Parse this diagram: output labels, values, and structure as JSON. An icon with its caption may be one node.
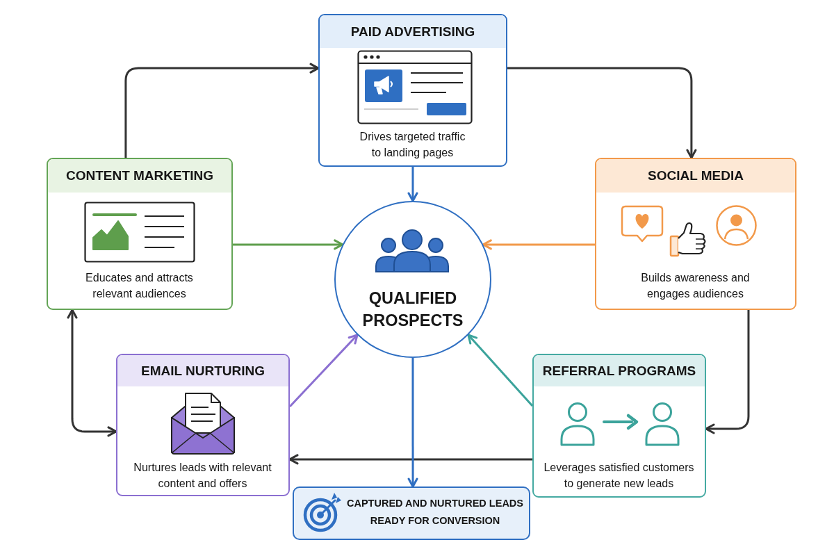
{
  "diagram": {
    "nodes": [
      {
        "text": [
          "PAID ADVERTISING",
          "Drives targeted traffic to landing pages"
        ]
      },
      {
        "text": [
          "CONTENT MARKETING",
          "Educates and attracts relevant audiences"
        ]
      },
      {
        "text": [
          "SOCIAL MEDIA",
          "Builds awareness and engages audiences"
        ]
      },
      {
        "text": [
          "QUALIFIED PROSPECTS"
        ]
      },
      {
        "text": [
          "EMAIL NURTURING",
          "Nurtures leads with relevant content and offers"
        ]
      },
      {
        "text": [
          "REFERRAL PROGRAMS",
          "Leverages satisfied customers to generate new leads"
        ]
      },
      {
        "text": [
          "CAPTURED AND NURTURED LEADS READY FOR CONVERSION"
        ]
      }
    ],
    "edges": [
      {
        "from": 1,
        "to": 0,
        "arrow": "to"
      },
      {
        "from": 0,
        "to": 2,
        "arrow": "to"
      },
      {
        "from": 2,
        "to": 5,
        "arrow": "to"
      },
      {
        "from": 5,
        "to": 4,
        "arrow": "to"
      },
      {
        "from": 1,
        "to": 4,
        "arrow": "both"
      },
      {
        "from": 0,
        "to": 3,
        "arrow": "to",
        "color": "#2f6fc2"
      },
      {
        "from": 1,
        "to": 3,
        "arrow": "to",
        "color": "#5e9e4c"
      },
      {
        "from": 2,
        "to": 3,
        "arrow": "to",
        "color": "#f2994a"
      },
      {
        "from": 4,
        "to": 3,
        "arrow": "to",
        "color": "#8b6fd1"
      },
      {
        "from": 5,
        "to": 3,
        "arrow": "to",
        "color": "#3ba39b"
      },
      {
        "from": 3,
        "to": 6,
        "arrow": "to",
        "color": "#2f6fc2"
      }
    ]
  }
}
